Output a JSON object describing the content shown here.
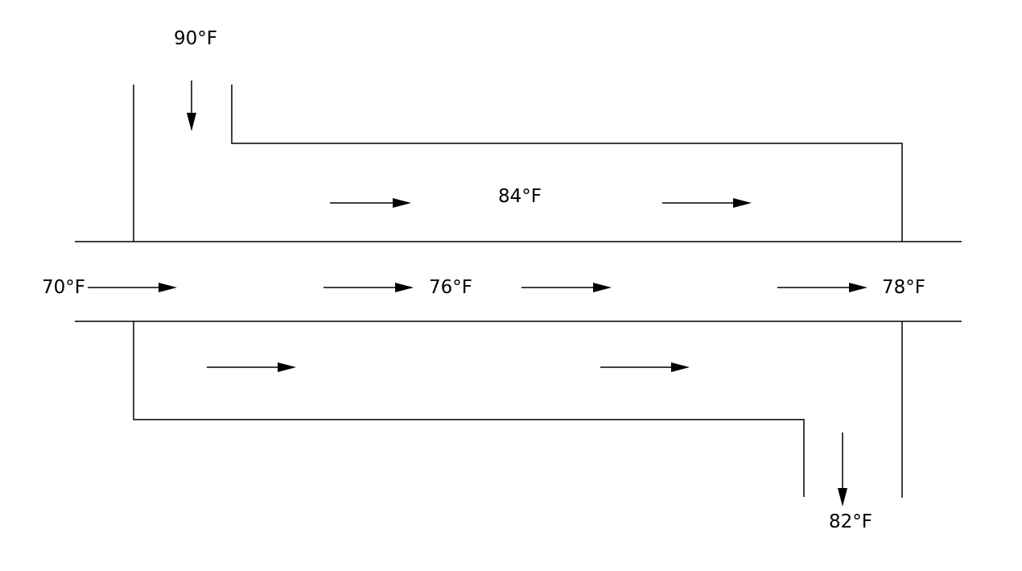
{
  "labels": {
    "shell_inlet_temp": "90°F",
    "shell_middle_temp": "84°F",
    "tube_inlet_temp": "70°F",
    "tube_middle_temp": "76°F",
    "tube_outlet_temp": "78°F",
    "shell_outlet_temp": "82°F"
  },
  "colors": {
    "line": "#000000",
    "background": "#ffffff"
  }
}
